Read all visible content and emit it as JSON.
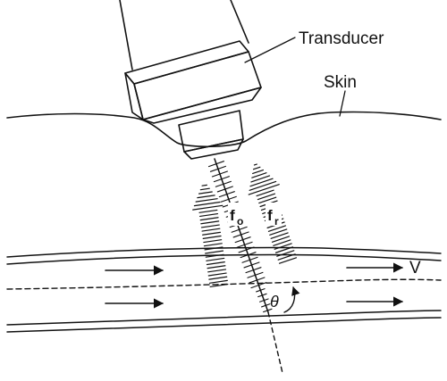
{
  "labels": {
    "transducer": "Transducer",
    "skin": "Skin",
    "f_o_base": "f",
    "f_o_sub": "o",
    "f_r_base": "f",
    "f_r_sub": "r",
    "velocity": "V",
    "angle": "θ"
  },
  "colors": {
    "ink": "#111111",
    "background": "#ffffff"
  }
}
